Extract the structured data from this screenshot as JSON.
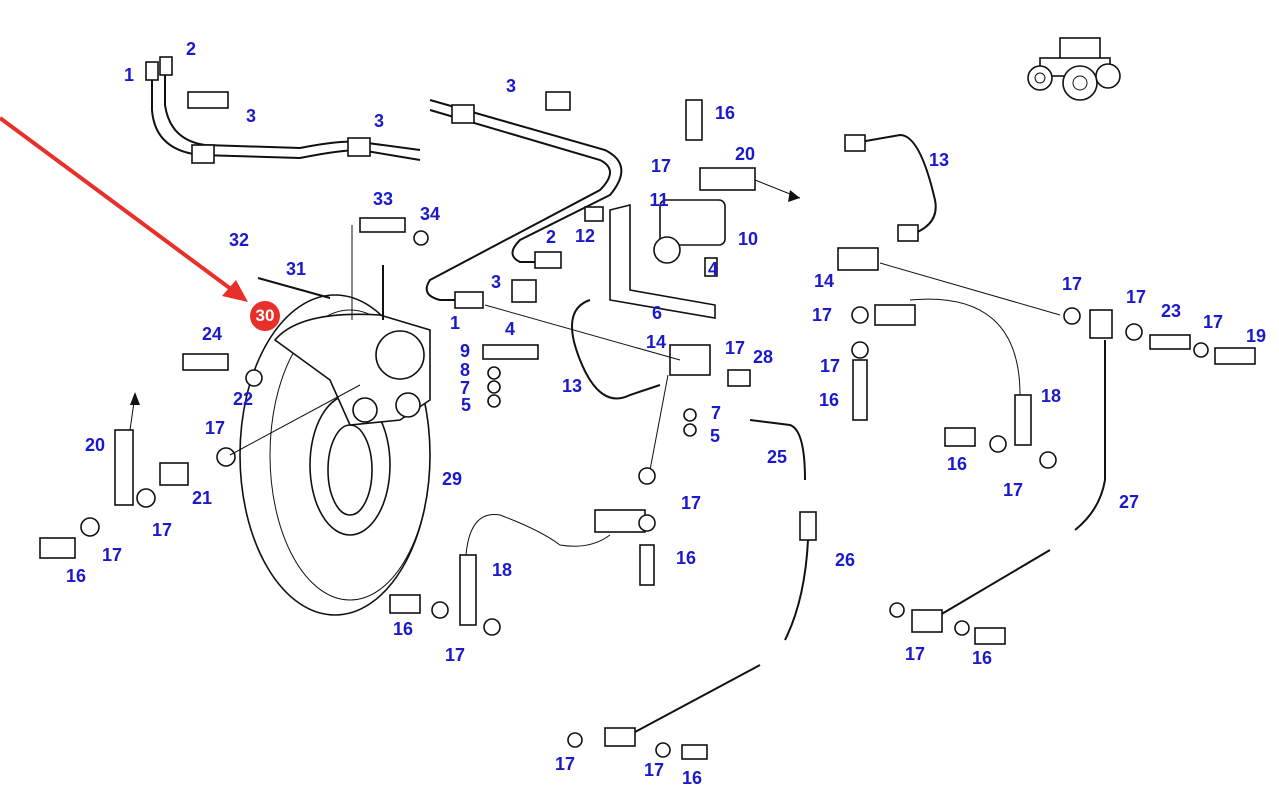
{
  "diagram": {
    "title": "Brake lines and caliper exploded parts diagram",
    "label_color": "#1a1acc",
    "highlight_color": "#e8302b",
    "arrow_color": "#e8302b",
    "highlighted_part": "30",
    "icon": "tractor-icon",
    "labels": [
      {
        "id": "l1",
        "text": "1"
      },
      {
        "id": "l2",
        "text": "2"
      },
      {
        "id": "l3a",
        "text": "3"
      },
      {
        "id": "l3b",
        "text": "3"
      },
      {
        "id": "l3c",
        "text": "3"
      },
      {
        "id": "l3d",
        "text": "3"
      },
      {
        "id": "l2b",
        "text": "2"
      },
      {
        "id": "l16a",
        "text": "16"
      },
      {
        "id": "l17a",
        "text": "17"
      },
      {
        "id": "l20a",
        "text": "20"
      },
      {
        "id": "l11",
        "text": "11"
      },
      {
        "id": "l12",
        "text": "12"
      },
      {
        "id": "l10",
        "text": "10"
      },
      {
        "id": "l4a",
        "text": "4"
      },
      {
        "id": "l6",
        "text": "6"
      },
      {
        "id": "l13a",
        "text": "13"
      },
      {
        "id": "l14a",
        "text": "14"
      },
      {
        "id": "l33",
        "text": "33"
      },
      {
        "id": "l34",
        "text": "34"
      },
      {
        "id": "l32",
        "text": "32"
      },
      {
        "id": "l31",
        "text": "31"
      },
      {
        "id": "l1b",
        "text": "1"
      },
      {
        "id": "l4b",
        "text": "4"
      },
      {
        "id": "l9",
        "text": "9"
      },
      {
        "id": "l8",
        "text": "8"
      },
      {
        "id": "l7a",
        "text": "7"
      },
      {
        "id": "l5a",
        "text": "5"
      },
      {
        "id": "l24",
        "text": "24"
      },
      {
        "id": "l22",
        "text": "22"
      },
      {
        "id": "l14b",
        "text": "14"
      },
      {
        "id": "l17b",
        "text": "17"
      },
      {
        "id": "l28",
        "text": "28"
      },
      {
        "id": "l13b",
        "text": "13"
      },
      {
        "id": "l7b",
        "text": "7"
      },
      {
        "id": "l5b",
        "text": "5"
      },
      {
        "id": "l20b",
        "text": "20"
      },
      {
        "id": "l17c",
        "text": "17"
      },
      {
        "id": "l21",
        "text": "21"
      },
      {
        "id": "l17d",
        "text": "17"
      },
      {
        "id": "l17e",
        "text": "17"
      },
      {
        "id": "l16b",
        "text": "16"
      },
      {
        "id": "l29",
        "text": "29"
      },
      {
        "id": "l25",
        "text": "25"
      },
      {
        "id": "l17f",
        "text": "17"
      },
      {
        "id": "l16c",
        "text": "16"
      },
      {
        "id": "l18a",
        "text": "18"
      },
      {
        "id": "l16d",
        "text": "16"
      },
      {
        "id": "l17g",
        "text": "17"
      },
      {
        "id": "l26",
        "text": "26"
      },
      {
        "id": "l17h",
        "text": "17"
      },
      {
        "id": "l17i",
        "text": "17"
      },
      {
        "id": "l16e",
        "text": "16"
      },
      {
        "id": "l17j",
        "text": "17"
      },
      {
        "id": "l17k",
        "text": "17"
      },
      {
        "id": "l23",
        "text": "23"
      },
      {
        "id": "l17l",
        "text": "17"
      },
      {
        "id": "l19",
        "text": "19"
      },
      {
        "id": "l17m",
        "text": "17"
      },
      {
        "id": "l17n",
        "text": "17"
      },
      {
        "id": "l16f",
        "text": "16"
      },
      {
        "id": "l18b",
        "text": "18"
      },
      {
        "id": "l16g",
        "text": "16"
      },
      {
        "id": "l17o",
        "text": "17"
      },
      {
        "id": "l27",
        "text": "27"
      },
      {
        "id": "l17p",
        "text": "17"
      },
      {
        "id": "l16h",
        "text": "16"
      }
    ]
  }
}
